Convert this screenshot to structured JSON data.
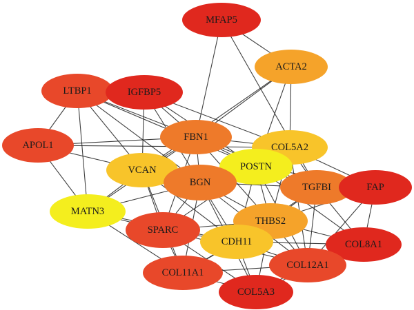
{
  "palette": {
    "red": "#e0281e",
    "red_orange": "#e8482a",
    "orange": "#ee7a2a",
    "light_orange": "#f5a32a",
    "yellow_orange": "#f8c42a",
    "yellow": "#f4ee1e"
  },
  "nodes": [
    {
      "id": "MFAP5",
      "label": "MFAP5",
      "color": "red"
    },
    {
      "id": "ACTA2",
      "label": "ACTA2",
      "color": "light_orange"
    },
    {
      "id": "LTBP1",
      "label": "LTBP1",
      "color": "red_orange"
    },
    {
      "id": "IGFBP5",
      "label": "IGFBP5",
      "color": "red"
    },
    {
      "id": "APOL1",
      "label": "APOL1",
      "color": "red_orange"
    },
    {
      "id": "FBN1",
      "label": "FBN1",
      "color": "orange"
    },
    {
      "id": "COL5A2",
      "label": "COL5A2",
      "color": "yellow_orange"
    },
    {
      "id": "VCAN",
      "label": "VCAN",
      "color": "yellow_orange"
    },
    {
      "id": "POSTN",
      "label": "POSTN",
      "color": "yellow"
    },
    {
      "id": "BGN",
      "label": "BGN",
      "color": "orange"
    },
    {
      "id": "TGFBI",
      "label": "TGFBI",
      "color": "orange"
    },
    {
      "id": "FAP",
      "label": "FAP",
      "color": "red"
    },
    {
      "id": "MATN3",
      "label": "MATN3",
      "color": "yellow"
    },
    {
      "id": "SPARC",
      "label": "SPARC",
      "color": "red_orange"
    },
    {
      "id": "THBS2",
      "label": "THBS2",
      "color": "light_orange"
    },
    {
      "id": "CDH11",
      "label": "CDH11",
      "color": "yellow_orange"
    },
    {
      "id": "COL8A1",
      "label": "COL8A1",
      "color": "red"
    },
    {
      "id": "COL11A1",
      "label": "COL11A1",
      "color": "red_orange"
    },
    {
      "id": "COL12A1",
      "label": "COL12A1",
      "color": "red_orange"
    },
    {
      "id": "COL5A3",
      "label": "COL5A3",
      "color": "red"
    }
  ],
  "edges": [
    [
      "MFAP5",
      "ACTA2"
    ],
    [
      "MFAP5",
      "FBN1"
    ],
    [
      "MFAP5",
      "TGFBI"
    ],
    [
      "ACTA2",
      "FBN1"
    ],
    [
      "ACTA2",
      "COL5A2"
    ],
    [
      "ACTA2",
      "POSTN"
    ],
    [
      "ACTA2",
      "VCAN"
    ],
    [
      "LTBP1",
      "IGFBP5"
    ],
    [
      "LTBP1",
      "APOL1"
    ],
    [
      "LTBP1",
      "FBN1"
    ],
    [
      "LTBP1",
      "VCAN"
    ],
    [
      "LTBP1",
      "BGN"
    ],
    [
      "LTBP1",
      "MATN3"
    ],
    [
      "LTBP1",
      "POSTN"
    ],
    [
      "IGFBP5",
      "FBN1"
    ],
    [
      "IGFBP5",
      "VCAN"
    ],
    [
      "IGFBP5",
      "BGN"
    ],
    [
      "IGFBP5",
      "POSTN"
    ],
    [
      "IGFBP5",
      "COL5A2"
    ],
    [
      "APOL1",
      "FBN1"
    ],
    [
      "APOL1",
      "VCAN"
    ],
    [
      "APOL1",
      "MATN3"
    ],
    [
      "APOL1",
      "COL5A2"
    ],
    [
      "FBN1",
      "COL5A2"
    ],
    [
      "FBN1",
      "VCAN"
    ],
    [
      "FBN1",
      "POSTN"
    ],
    [
      "FBN1",
      "BGN"
    ],
    [
      "FBN1",
      "TGFBI"
    ],
    [
      "FBN1",
      "SPARC"
    ],
    [
      "FBN1",
      "THBS2"
    ],
    [
      "FBN1",
      "MATN3"
    ],
    [
      "COL5A2",
      "POSTN"
    ],
    [
      "COL5A2",
      "TGFBI"
    ],
    [
      "COL5A2",
      "BGN"
    ],
    [
      "COL5A2",
      "FAP"
    ],
    [
      "COL5A2",
      "THBS2"
    ],
    [
      "COL5A2",
      "COL12A1"
    ],
    [
      "VCAN",
      "MATN3"
    ],
    [
      "VCAN",
      "BGN"
    ],
    [
      "VCAN",
      "SPARC"
    ],
    [
      "VCAN",
      "COL11A1"
    ],
    [
      "VCAN",
      "POSTN"
    ],
    [
      "VCAN",
      "CDH11"
    ],
    [
      "POSTN",
      "BGN"
    ],
    [
      "POSTN",
      "TGFBI"
    ],
    [
      "POSTN",
      "THBS2"
    ],
    [
      "POSTN",
      "SPARC"
    ],
    [
      "POSTN",
      "CDH11"
    ],
    [
      "POSTN",
      "FAP"
    ],
    [
      "POSTN",
      "COL8A1"
    ],
    [
      "POSTN",
      "COL12A1"
    ],
    [
      "BGN",
      "MATN3"
    ],
    [
      "BGN",
      "TGFBI"
    ],
    [
      "BGN",
      "SPARC"
    ],
    [
      "BGN",
      "THBS2"
    ],
    [
      "BGN",
      "CDH11"
    ],
    [
      "BGN",
      "COL11A1"
    ],
    [
      "BGN",
      "COL12A1"
    ],
    [
      "BGN",
      "COL5A3"
    ],
    [
      "TGFBI",
      "FAP"
    ],
    [
      "TGFBI",
      "THBS2"
    ],
    [
      "TGFBI",
      "COL8A1"
    ],
    [
      "TGFBI",
      "COL12A1"
    ],
    [
      "TGFBI",
      "CDH11"
    ],
    [
      "FAP",
      "COL8A1"
    ],
    [
      "FAP",
      "THBS2"
    ],
    [
      "FAP",
      "COL12A1"
    ],
    [
      "MATN3",
      "SPARC"
    ],
    [
      "MATN3",
      "COL11A1"
    ],
    [
      "MATN3",
      "CDH11"
    ],
    [
      "SPARC",
      "THBS2"
    ],
    [
      "SPARC",
      "CDH11"
    ],
    [
      "SPARC",
      "COL11A1"
    ],
    [
      "SPARC",
      "COL12A1"
    ],
    [
      "SPARC",
      "COL5A3"
    ],
    [
      "THBS2",
      "CDH11"
    ],
    [
      "THBS2",
      "COL8A1"
    ],
    [
      "THBS2",
      "COL12A1"
    ],
    [
      "THBS2",
      "COL11A1"
    ],
    [
      "THBS2",
      "COL5A3"
    ],
    [
      "CDH11",
      "COL11A1"
    ],
    [
      "CDH11",
      "COL12A1"
    ],
    [
      "CDH11",
      "COL5A3"
    ],
    [
      "CDH11",
      "COL8A1"
    ],
    [
      "COL8A1",
      "COL12A1"
    ],
    [
      "COL8A1",
      "COL5A3"
    ],
    [
      "COL11A1",
      "COL12A1"
    ],
    [
      "COL11A1",
      "COL5A3"
    ],
    [
      "COL12A1",
      "COL5A3"
    ]
  ]
}
